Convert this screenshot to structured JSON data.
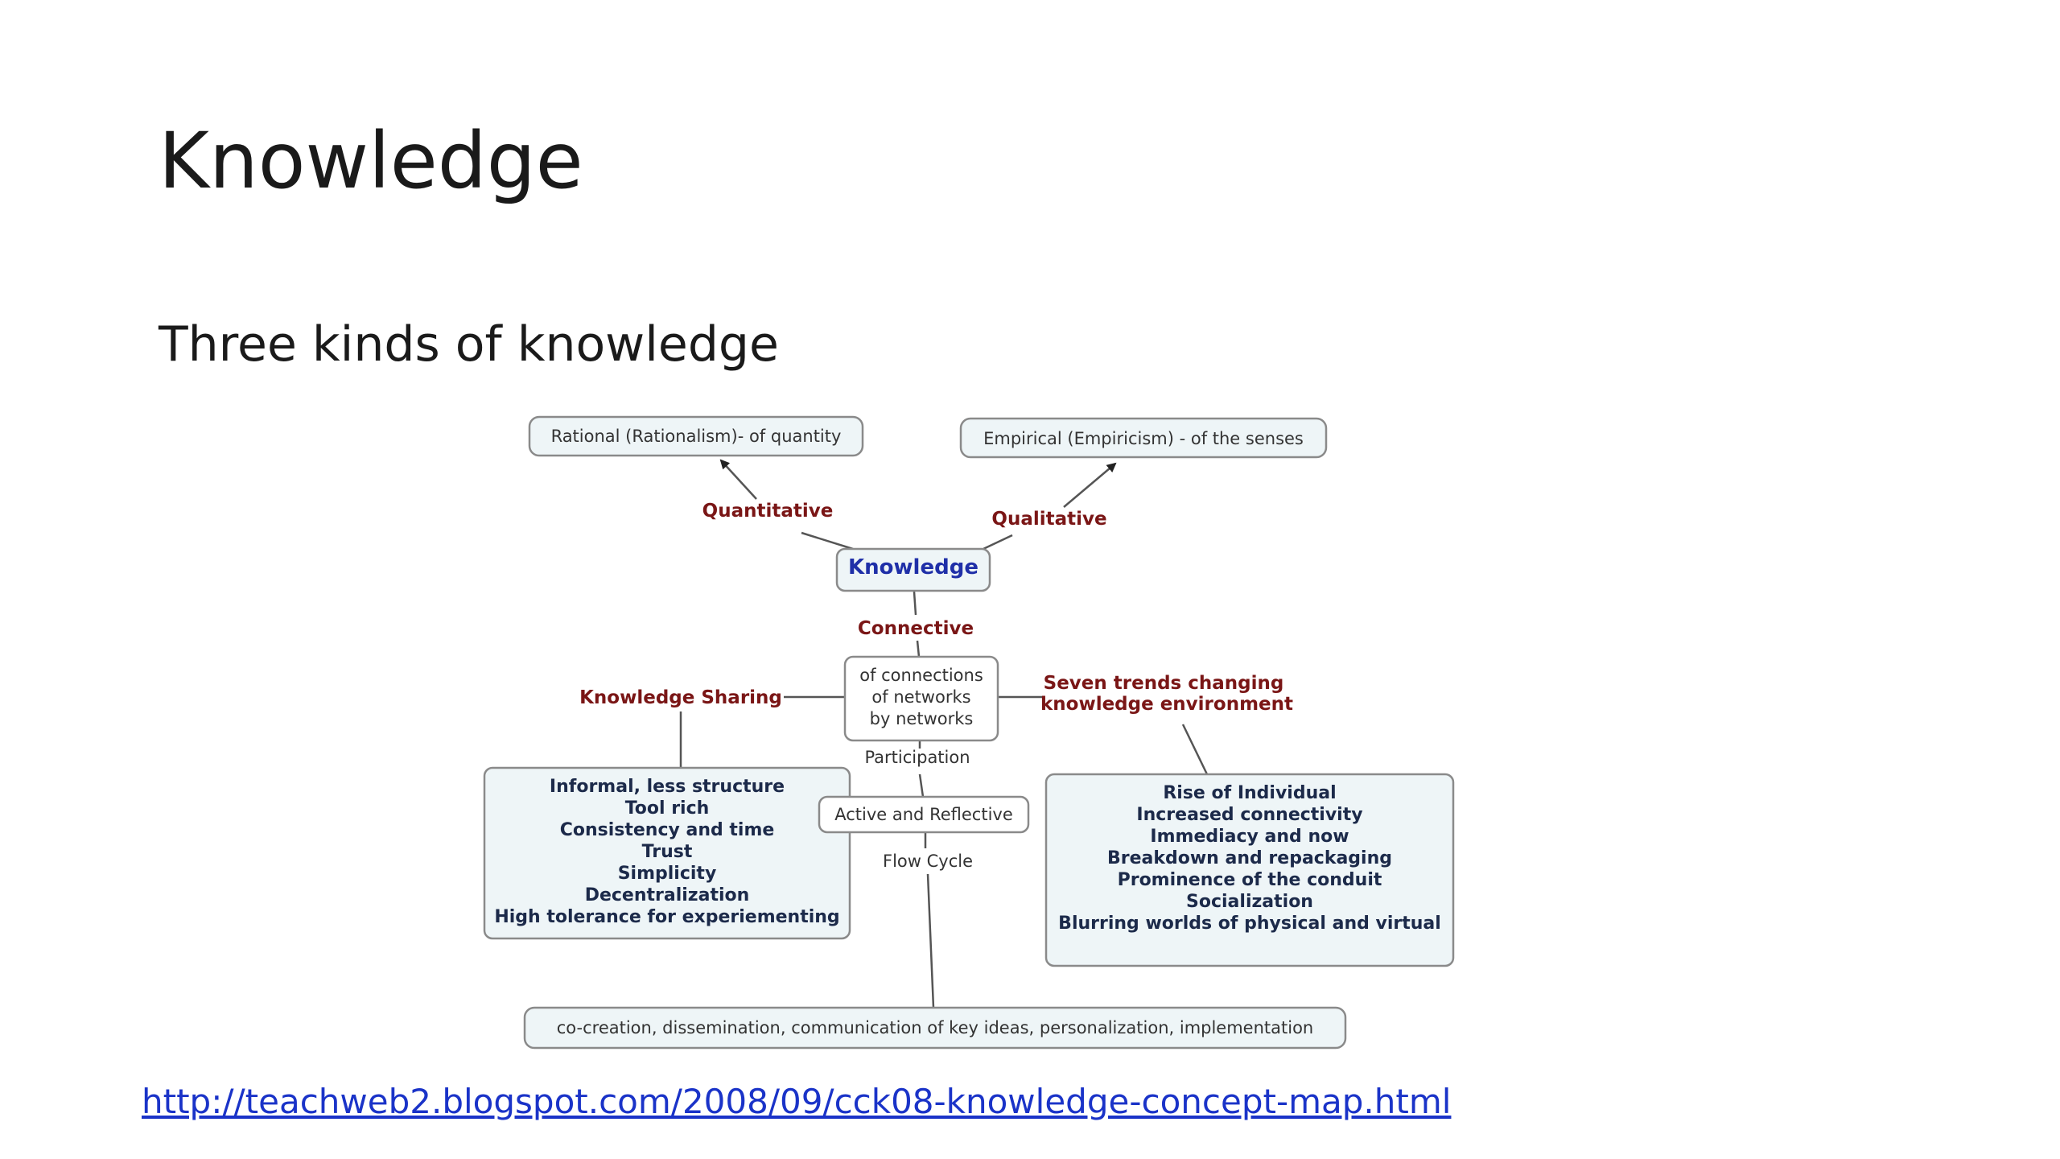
{
  "slide": {
    "title": "Knowledge",
    "subtitle": "Three kinds of knowledge",
    "link": "http://teachweb2.blogspot.com/2008/09/cck08-knowledge-concept-map.html"
  },
  "concept_map": {
    "center": "Knowledge",
    "rational": "Rational (Rationalism)- of quantity",
    "empirical": "Empirical (Empiricism) - of the senses",
    "quantitative": "Quantitative",
    "qualitative": "Qualitative",
    "connective": "Connective",
    "networks": [
      "of connections",
      "of networks",
      "by networks"
    ],
    "knowledge_sharing": "Knowledge Sharing",
    "seven_trends": [
      "Seven trends changing",
      "knowledge environment"
    ],
    "participation": "Participation",
    "active_reflective": "Active and Reflective",
    "flow_cycle": "Flow Cycle",
    "sharing_items": [
      "Informal, less structure",
      "Tool rich",
      "Consistency and time",
      "Trust",
      "Simplicity",
      "Decentralization",
      "High tolerance for experiementing"
    ],
    "trend_items": [
      "Rise of Individual",
      "Increased connectivity",
      "Immediacy and now",
      "Breakdown and repackaging",
      "Prominence of the conduit",
      "Socialization",
      "Blurring worlds of physical and virtual"
    ],
    "bottom": "co-creation, dissemination, communication of key ideas, personalization, implementation"
  },
  "colors": {
    "phrase": "#7a1616",
    "center": "#1f2fa8",
    "link": "#1a33c8",
    "box_fill": "#eef5f7"
  }
}
